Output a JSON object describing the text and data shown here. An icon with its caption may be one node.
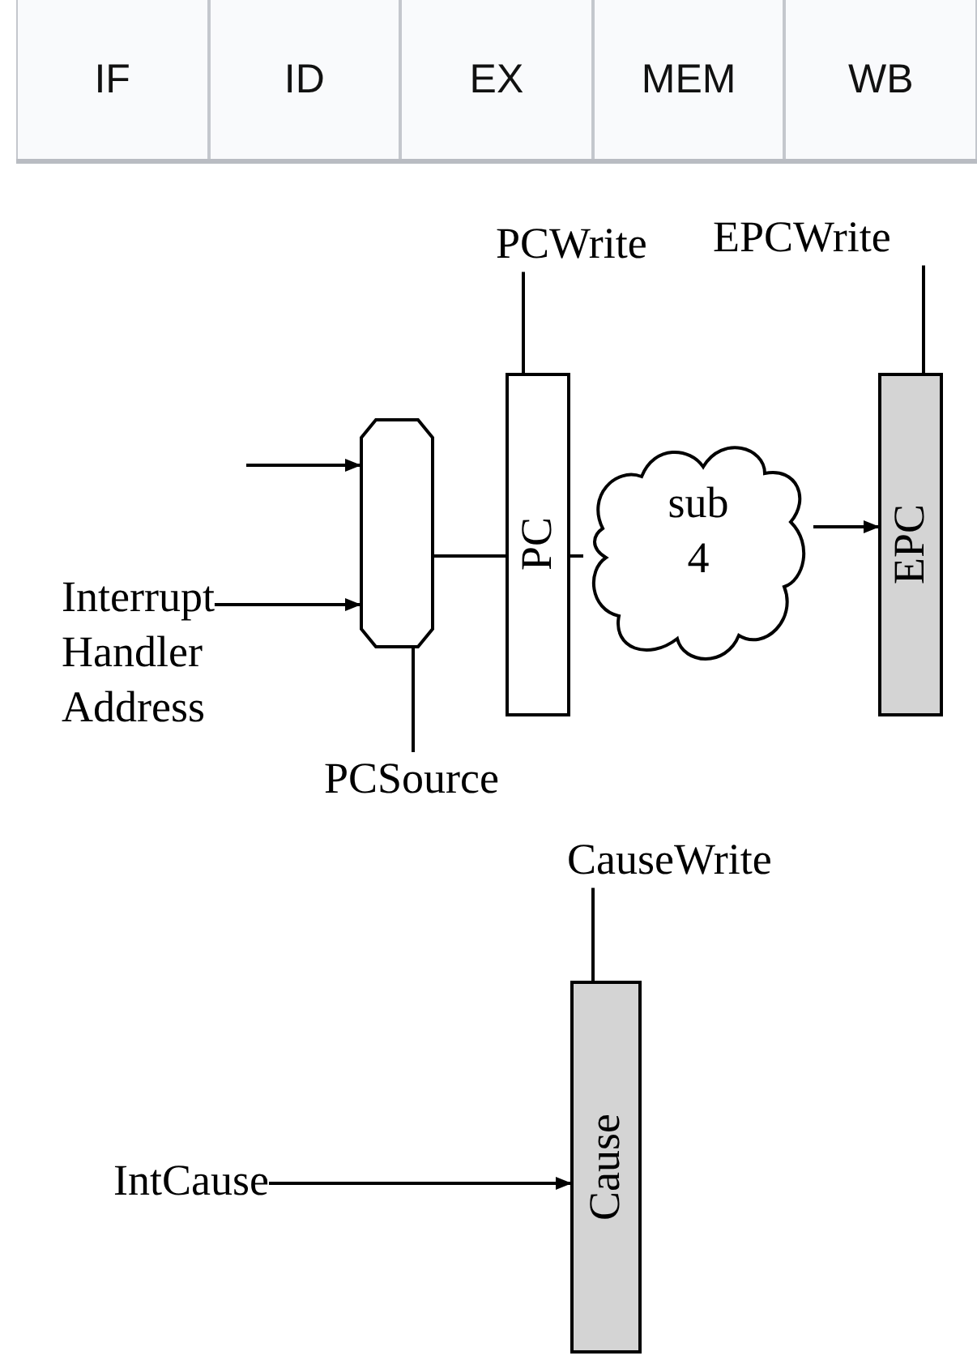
{
  "diagram": {
    "nodes": [
      {
        "text": [],
        "shape": "box"
      },
      {
        "text": [
          "PC"
        ]
      },
      {
        "text": [
          "sub 4"
        ]
      },
      {
        "text": [
          "EPC"
        ]
      },
      {
        "text": [
          "Cause"
        ]
      },
      {
        "text": [
          "Interrupt Handler Address"
        ]
      },
      {
        "text": [
          "PCSource"
        ]
      },
      {
        "text": [
          "PCWrite"
        ]
      },
      {
        "text": [
          "EPCWrite"
        ]
      },
      {
        "text": [
          "CauseWrite"
        ]
      },
      {
        "text": [
          "IntCause"
        ]
      }
    ],
    "edges": [
      {
        "from": null,
        "to": 0,
        "arrow": "to"
      },
      {
        "from": 5,
        "to": 0,
        "arrow": "to"
      },
      {
        "from": 0,
        "to": 1,
        "arrow": "none"
      },
      {
        "from": 1,
        "to": 2,
        "arrow": "none"
      },
      {
        "from": 2,
        "to": 3,
        "arrow": "to"
      },
      {
        "from": 6,
        "to": 0,
        "arrow": "none"
      },
      {
        "from": 7,
        "to": 1,
        "arrow": "none"
      },
      {
        "from": 8,
        "to": 3,
        "arrow": "none"
      },
      {
        "from": 9,
        "to": 4,
        "arrow": "none"
      },
      {
        "from": 10,
        "to": 4,
        "arrow": "to"
      }
    ],
    "labels": [
      "IF",
      "ID",
      "EX",
      "MEM",
      "WB"
    ]
  }
}
